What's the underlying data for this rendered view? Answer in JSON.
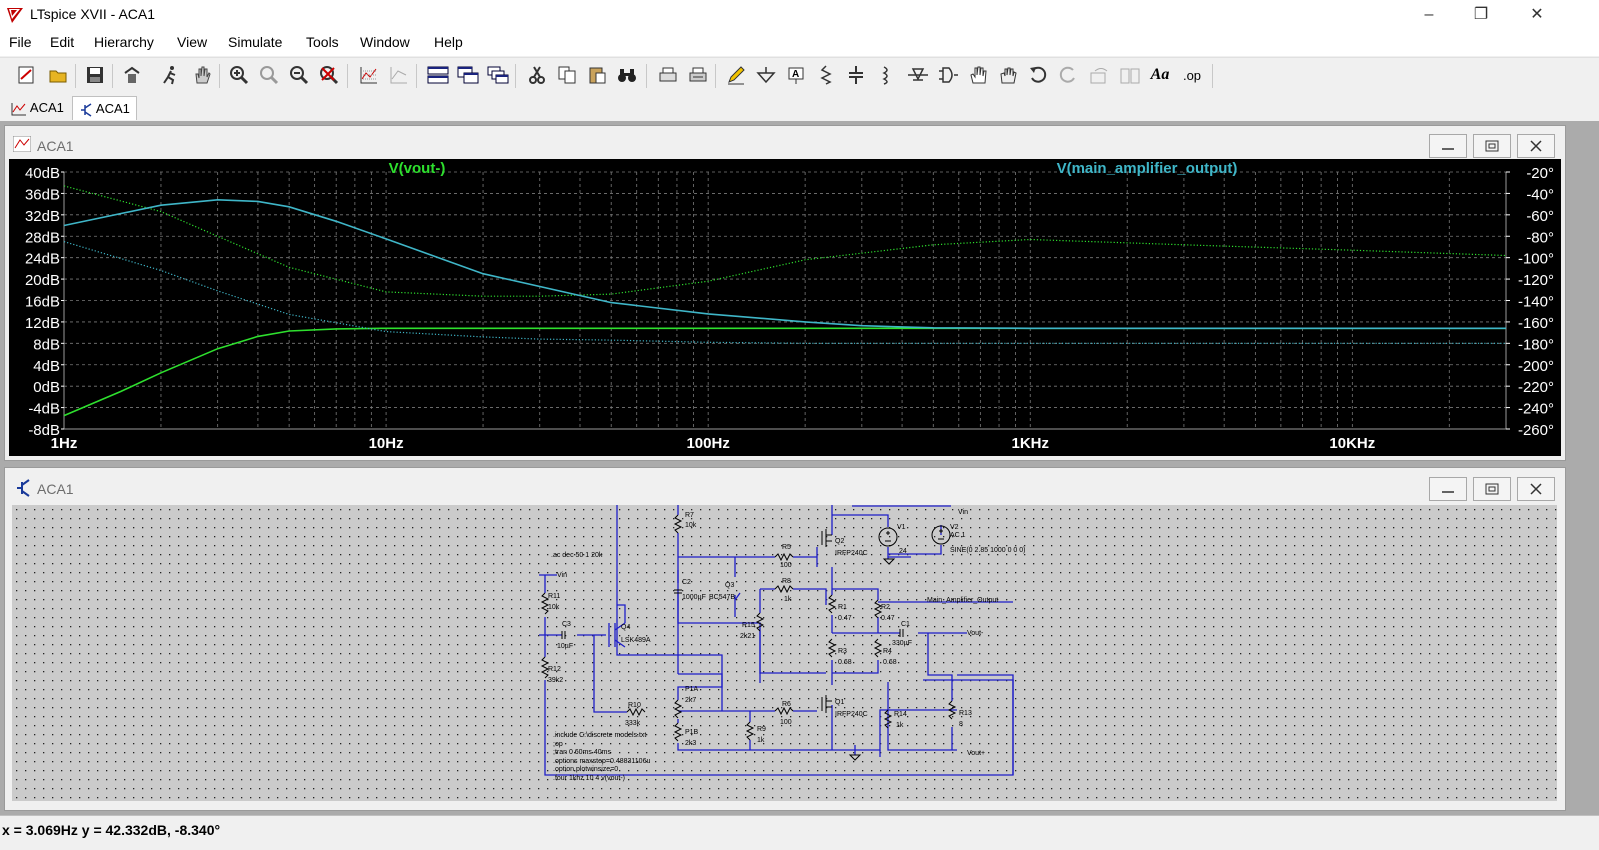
{
  "window": {
    "title": "LTspice XVII - ACA1"
  },
  "menu": [
    "File",
    "Edit",
    "Hierarchy",
    "View",
    "Simulate",
    "Tools",
    "Window",
    "Help"
  ],
  "tabs": [
    {
      "label": "ACA1",
      "kind": "waveform"
    },
    {
      "label": "ACA1",
      "kind": "schematic"
    }
  ],
  "plot_window": {
    "title": "ACA1"
  },
  "schematic_window": {
    "title": "ACA1"
  },
  "toolbar": {
    "text_tool": "Aa",
    "op_tool": ".op"
  },
  "chart_data": {
    "type": "line",
    "background": "#000000",
    "x_scale": "log",
    "xlim": [
      1,
      30000
    ],
    "x_ticks": [
      1,
      10,
      100,
      1000,
      10000
    ],
    "x_tick_labels": [
      "1Hz",
      "10Hz",
      "100Hz",
      "1KHz",
      "10KHz"
    ],
    "ylim": [
      -8,
      40
    ],
    "y_ticks": [
      40,
      36,
      32,
      28,
      24,
      20,
      16,
      12,
      8,
      4,
      0,
      -4,
      -8
    ],
    "y_tick_labels": [
      "40dB",
      "36dB",
      "32dB",
      "28dB",
      "24dB",
      "20dB",
      "16dB",
      "12dB",
      "8dB",
      "4dB",
      "0dB",
      "-4dB",
      "-8dB"
    ],
    "y2lim": [
      -260,
      -20
    ],
    "y2_ticks": [
      -20,
      -40,
      -60,
      -80,
      -100,
      -120,
      -140,
      -160,
      -180,
      -200,
      -220,
      -240,
      -260
    ],
    "y2_tick_labels": [
      "-20°",
      "-40°",
      "-60°",
      "-80°",
      "-100°",
      "-120°",
      "-140°",
      "-160°",
      "-180°",
      "-200°",
      "-220°",
      "-240°",
      "-260°"
    ],
    "grid": true,
    "series": [
      {
        "name": "V(vout-)",
        "color": "#2ee02e",
        "axis": "mag",
        "x": [
          1,
          1.5,
          2,
          3,
          4,
          5,
          7,
          10,
          20,
          50,
          100,
          300,
          1000,
          10000,
          30000
        ],
        "y": [
          -5.5,
          -1,
          2.5,
          7,
          9.3,
          10.3,
          10.7,
          10.8,
          10.8,
          10.8,
          10.8,
          10.8,
          10.8,
          10.8,
          10.8
        ]
      },
      {
        "name": "V(vout-) phase",
        "color": "#2ee02e",
        "axis": "phase",
        "dotted": true,
        "x": [
          1,
          2,
          3,
          5,
          10,
          20,
          30,
          50,
          100,
          200,
          500,
          1000,
          3000,
          10000,
          30000
        ],
        "y": [
          -33,
          -57,
          -80,
          -109,
          -132,
          -136,
          -136,
          -134,
          -122,
          -102,
          -88,
          -83,
          -88,
          -93,
          -98
        ]
      },
      {
        "name": "V(main_amplifier_output)",
        "color": "#3fb6c8",
        "axis": "mag",
        "x": [
          1,
          2,
          3,
          4,
          5,
          7,
          10,
          20,
          50,
          100,
          200,
          300,
          500,
          1000,
          3000,
          10000,
          30000
        ],
        "y": [
          30,
          33.8,
          34.8,
          34.5,
          33.5,
          30.8,
          27.5,
          21,
          15.6,
          13.5,
          12,
          11.3,
          10.9,
          10.8,
          10.8,
          10.8,
          10.8
        ]
      },
      {
        "name": "V(main_amplifier_output) phase",
        "color": "#3fb6c8",
        "axis": "phase",
        "dotted": true,
        "x": [
          1,
          2,
          3,
          5,
          10,
          20,
          30,
          50,
          100,
          200,
          500,
          1000,
          3000,
          10000,
          30000
        ],
        "y": [
          -85,
          -112,
          -131,
          -153,
          -169,
          -174,
          -176,
          -177,
          -179,
          -180,
          -180,
          -180,
          -180,
          -180,
          -180
        ]
      }
    ],
    "legend": [
      {
        "label": "V(vout-)",
        "color": "#2ee02e"
      },
      {
        "label": "V(main_amplifier_output)",
        "color": "#3fb6c8"
      }
    ]
  },
  "schematic": {
    "labels": [
      {
        "id": "directive_ac",
        "text": ".ac dec 50 1 20k"
      },
      {
        "id": "vin_a",
        "text": "Vin"
      },
      {
        "id": "r11",
        "text": "R11"
      },
      {
        "id": "r11v",
        "text": "10k"
      },
      {
        "id": "c3",
        "text": "C3"
      },
      {
        "id": "c3v",
        "text": "10µF"
      },
      {
        "id": "r12",
        "text": "R12"
      },
      {
        "id": "r12v",
        "text": "39k2"
      },
      {
        "id": "q4",
        "text": "Q4"
      },
      {
        "id": "q4v",
        "text": "LSK489A"
      },
      {
        "id": "r7",
        "text": "R7"
      },
      {
        "id": "r7v",
        "text": "10k"
      },
      {
        "id": "c2",
        "text": "C2"
      },
      {
        "id": "c2v",
        "text": "1000µF"
      },
      {
        "id": "q3",
        "text": "Q3"
      },
      {
        "id": "q3v",
        "text": "BC547B"
      },
      {
        "id": "r15",
        "text": "R15"
      },
      {
        "id": "r15v",
        "text": "2k21"
      },
      {
        "id": "r5",
        "text": "R5"
      },
      {
        "id": "r5v",
        "text": "100"
      },
      {
        "id": "r8",
        "text": "R8"
      },
      {
        "id": "r8v",
        "text": "1k"
      },
      {
        "id": "q2",
        "text": "Q2"
      },
      {
        "id": "q2v",
        "text": "IRFP240C"
      },
      {
        "id": "v1",
        "text": "V1"
      },
      {
        "id": "v1v",
        "text": "24"
      },
      {
        "id": "v2",
        "text": "V2"
      },
      {
        "id": "v2ac",
        "text": "AC 1"
      },
      {
        "id": "v2v",
        "text": "SINE(0 2.85 1000 0 0 0)"
      },
      {
        "id": "vin_b",
        "text": "Vin"
      },
      {
        "id": "r1",
        "text": "R1"
      },
      {
        "id": "r1v",
        "text": "0.47"
      },
      {
        "id": "r2",
        "text": "R2"
      },
      {
        "id": "r2v",
        "text": "0.47"
      },
      {
        "id": "mao",
        "text": "Main_Amplifier_Output"
      },
      {
        "id": "c1",
        "text": "C1"
      },
      {
        "id": "c1v",
        "text": "330µF"
      },
      {
        "id": "voutm",
        "text": "Vout-"
      },
      {
        "id": "r3",
        "text": "R3"
      },
      {
        "id": "r3v",
        "text": "0.68"
      },
      {
        "id": "r4",
        "text": "R4"
      },
      {
        "id": "r4v",
        "text": "0.68"
      },
      {
        "id": "p1a",
        "text": "P1A"
      },
      {
        "id": "p1av",
        "text": "2k7"
      },
      {
        "id": "r10",
        "text": "R10"
      },
      {
        "id": "r10v",
        "text": "333k"
      },
      {
        "id": "r6",
        "text": "R6"
      },
      {
        "id": "r6v",
        "text": "100"
      },
      {
        "id": "q1",
        "text": "Q1"
      },
      {
        "id": "q1v",
        "text": "IRFP240C"
      },
      {
        "id": "r9",
        "text": "R9"
      },
      {
        "id": "r9v",
        "text": "1k"
      },
      {
        "id": "p1b",
        "text": "P1B"
      },
      {
        "id": "p1bv",
        "text": "2k3"
      },
      {
        "id": "r14",
        "text": "R14"
      },
      {
        "id": "r14v",
        "text": "1k"
      },
      {
        "id": "r13",
        "text": "R13"
      },
      {
        "id": "r13v",
        "text": "8"
      },
      {
        "id": "voutp",
        "text": "Vout+"
      },
      {
        "id": "d1",
        "text": ".include C:\\discrete models.txt"
      },
      {
        "id": "d2",
        "text": ";op"
      },
      {
        "id": "d3",
        "text": ";tran 0 60ms 40ms"
      },
      {
        "id": "d4",
        "text": ".options maxstep=0.48831106u"
      },
      {
        "id": "d5",
        "text": ".option plotwinsize=0"
      },
      {
        "id": "d6",
        "text": ".four 1khz 10 4 v(vout-)"
      }
    ]
  },
  "status": {
    "text": "x = 3.069Hz    y = 42.332dB, -8.340°"
  }
}
